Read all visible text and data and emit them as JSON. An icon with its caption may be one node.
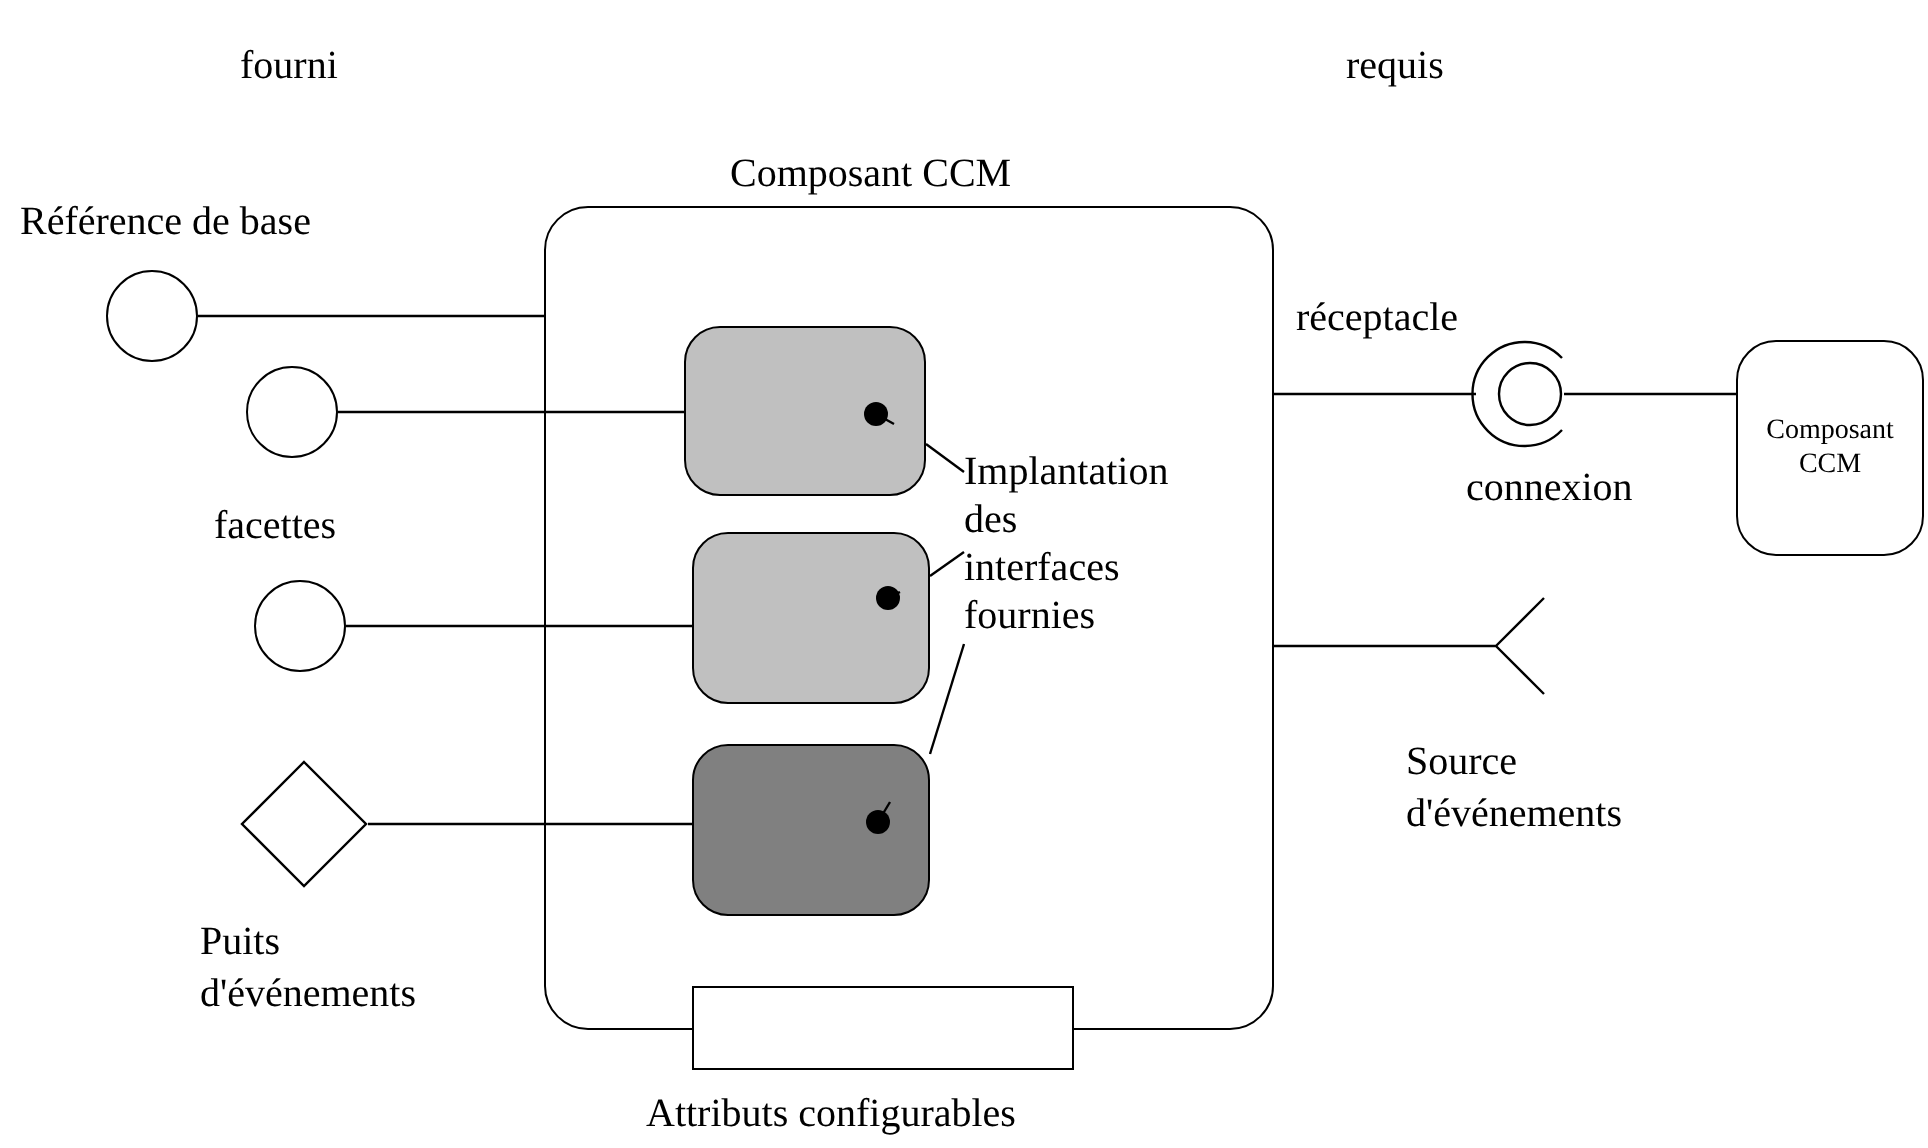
{
  "diagram": {
    "nodes": [
      {
        "text": [
          "Composant CCM"
        ]
      },
      {
        "text": [],
        "shape": "circle",
        "beside": [
          "Référence de base"
        ]
      },
      {
        "text": [],
        "shape": "circle"
      },
      {
        "text": [],
        "shape": "box",
        "in": 0
      },
      {
        "text": [],
        "shape": "circle"
      },
      {
        "text": [],
        "shape": "box",
        "in": 0
      },
      {
        "text": [],
        "shape": "diamond",
        "beside": [
          "Puits d'événements"
        ]
      },
      {
        "text": [],
        "shape": "box",
        "in": 0
      },
      {
        "text": [],
        "shape": "box",
        "beside": [
          "Attributs configurables"
        ]
      },
      {
        "text": [
          "Implantation des interfaces fournies"
        ],
        "in": 0
      },
      {
        "text": [],
        "shape": "socket",
        "beside": [
          "réceptacle",
          "connexion"
        ]
      },
      {
        "text": [
          "Composant CCM"
        ]
      }
    ],
    "edges": [
      {
        "from": 1,
        "to": 0,
        "arrow": "none"
      },
      {
        "from": 2,
        "to": 3,
        "arrow": "none"
      },
      {
        "from": 4,
        "to": 5,
        "arrow": "none"
      },
      {
        "from": 6,
        "to": 7,
        "arrow": "none"
      },
      {
        "from": 0,
        "to": 10,
        "arrow": "none"
      },
      {
        "from": 10,
        "to": 11,
        "arrow": "none"
      },
      {
        "from": 0,
        "to": null,
        "arrow": "other"
      },
      {
        "from": 9,
        "to": 3,
        "arrow": "none"
      },
      {
        "from": 9,
        "to": 5,
        "arrow": "none"
      },
      {
        "from": 9,
        "to": 7,
        "arrow": "none"
      }
    ],
    "labels": [
      "fourni",
      "requis",
      "facettes",
      "Source d'événements"
    ]
  }
}
